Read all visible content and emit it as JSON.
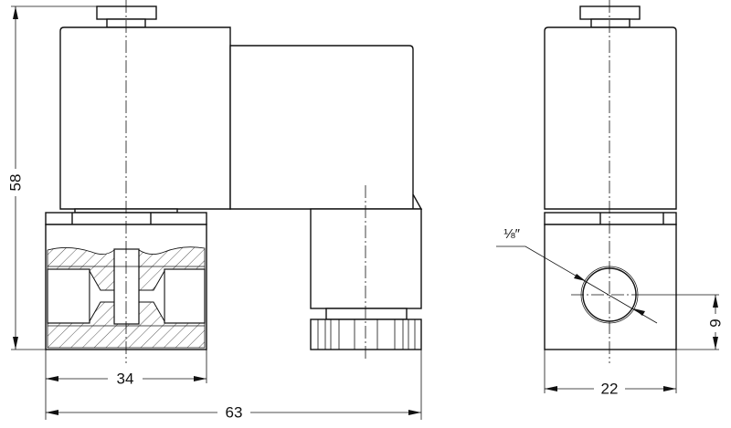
{
  "drawing": {
    "side_view": {
      "dim_height": "58",
      "dim_body_width": "34",
      "dim_total_width": "63"
    },
    "end_view": {
      "dim_width": "22",
      "dim_port_height": "9",
      "port_size": "⅛″"
    }
  }
}
